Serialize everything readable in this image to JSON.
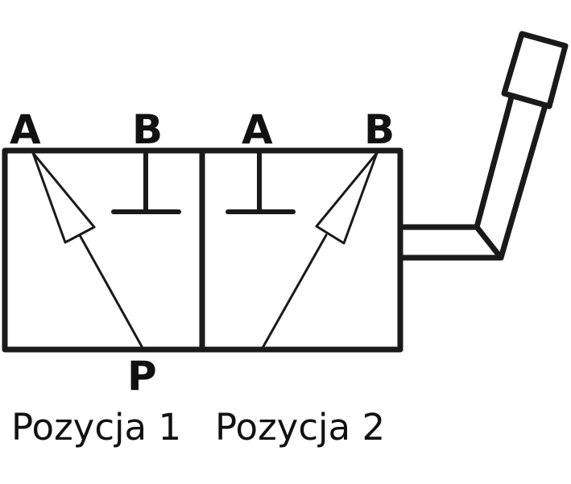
{
  "diagram": {
    "type": "2/2-way-valve-symbol-manual-lever",
    "stroke_color": "#1a1a1a",
    "background": "#ffffff",
    "ports": {
      "left_A": "A",
      "left_B": "B",
      "right_A": "A",
      "right_B": "B",
      "pressure": "P"
    },
    "positions": [
      {
        "label": "Pozycja 1",
        "flow": "P -> A",
        "blocked": "B"
      },
      {
        "label": "Pozycja 2",
        "flow": "P -> B",
        "blocked": "A"
      }
    ],
    "actuator": "lever-handle-icon"
  }
}
